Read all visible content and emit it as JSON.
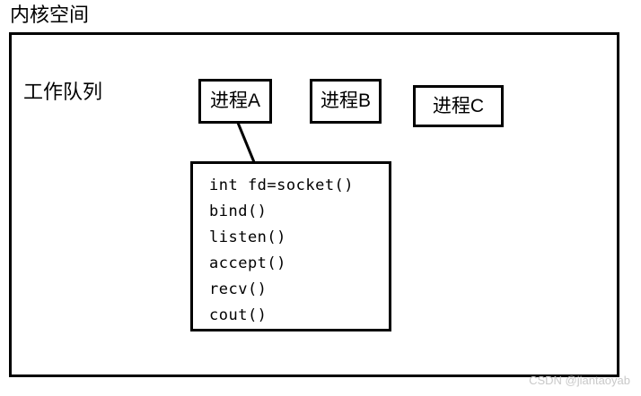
{
  "diagram": {
    "title": "内核空间",
    "workqueue_label": "工作队列",
    "processes": [
      {
        "id": "a",
        "label": "进程A"
      },
      {
        "id": "b",
        "label": "进程B"
      },
      {
        "id": "c",
        "label": "进程C"
      }
    ],
    "code_block": {
      "lines": [
        "int fd=socket()",
        "bind()",
        "listen()",
        "accept()",
        "recv()",
        "cout()"
      ]
    },
    "connector": {
      "from": "进程A",
      "to": "code-block"
    },
    "colors": {
      "stroke": "#000000",
      "background": "#ffffff",
      "watermark": "#c9c9c9"
    }
  },
  "watermark": {
    "text": "CSDN @jiantaoyab"
  }
}
